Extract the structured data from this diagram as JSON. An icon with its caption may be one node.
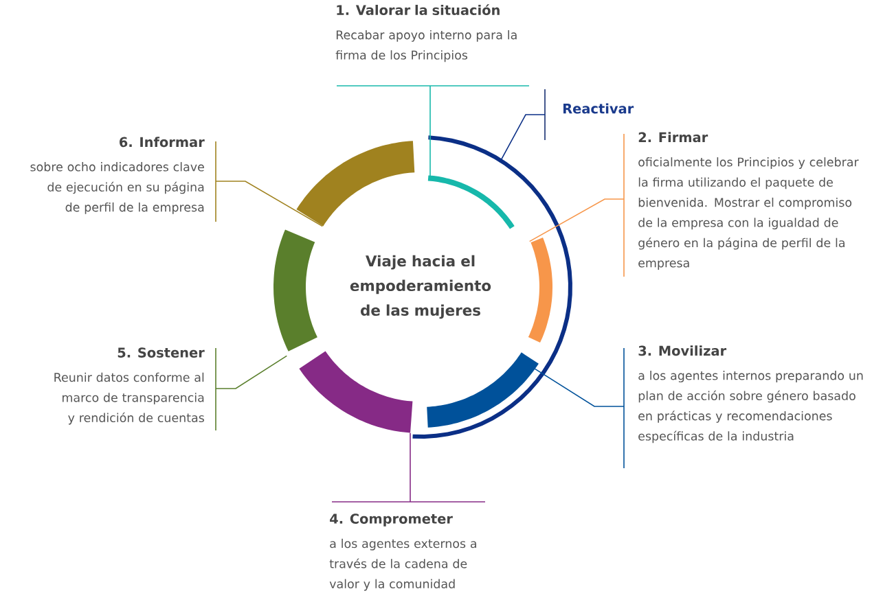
{
  "diagram": {
    "nodes": [
      {
        "text": [
          "Viaje hacia el empoderamiento de las mujeres"
        ]
      },
      {
        "text": [
          "1. Valorar la situación",
          "Recabar apoyo interno para la firma de los Principios"
        ]
      },
      {
        "text": [
          "Reactivar"
        ]
      },
      {
        "text": [
          "2. Firmar",
          "oficialmente los Principios y celebrar la firma utilizando el paquete de bienvenida. Mostrar el compromiso de la empresa con la igualdad de género en la página de perfil de la empresa"
        ]
      },
      {
        "text": [
          "3. Movilizar",
          "a los agentes internos preparando un plan de acción sobre género basado en prácticas y recomendaciones específicas de la industria"
        ]
      },
      {
        "text": [
          "4. Comprometer",
          "a los agentes externos a través de la cadena de valor y la comunidad"
        ]
      },
      {
        "text": [
          "5. Sostener",
          "Reunir datos conforme al marco de transparencia y rendición de cuentas"
        ]
      },
      {
        "text": [
          "6. Informar",
          "sobre ocho indicadores clave de ejecución en su página de perfil de la empresa"
        ]
      },
      {
        "text": [],
        "shape": "arc"
      },
      {
        "text": [],
        "shape": "arc"
      },
      {
        "text": [],
        "shape": "arc"
      },
      {
        "text": [],
        "shape": "arc"
      },
      {
        "text": [],
        "shape": "arc"
      },
      {
        "text": [],
        "shape": "arc"
      },
      {
        "text": [],
        "shape": "arc"
      }
    ],
    "edges": [
      {
        "from": 1,
        "to": 8,
        "arrow": "none",
        "color": "#17b8ab"
      },
      {
        "from": 2,
        "to": 14,
        "arrow": "none",
        "color": "#0b2f86"
      },
      {
        "from": 3,
        "to": 9,
        "arrow": "none",
        "color": "#f7964a"
      },
      {
        "from": 4,
        "to": 10,
        "arrow": "none",
        "color": "#00519a"
      },
      {
        "from": 5,
        "to": 11,
        "arrow": "none",
        "color": "#862a86"
      },
      {
        "from": 6,
        "to": 12,
        "arrow": "none",
        "color": "#5a7f2c"
      },
      {
        "from": 7,
        "to": 13,
        "arrow": "none",
        "color": "#a0821f"
      }
    ]
  }
}
